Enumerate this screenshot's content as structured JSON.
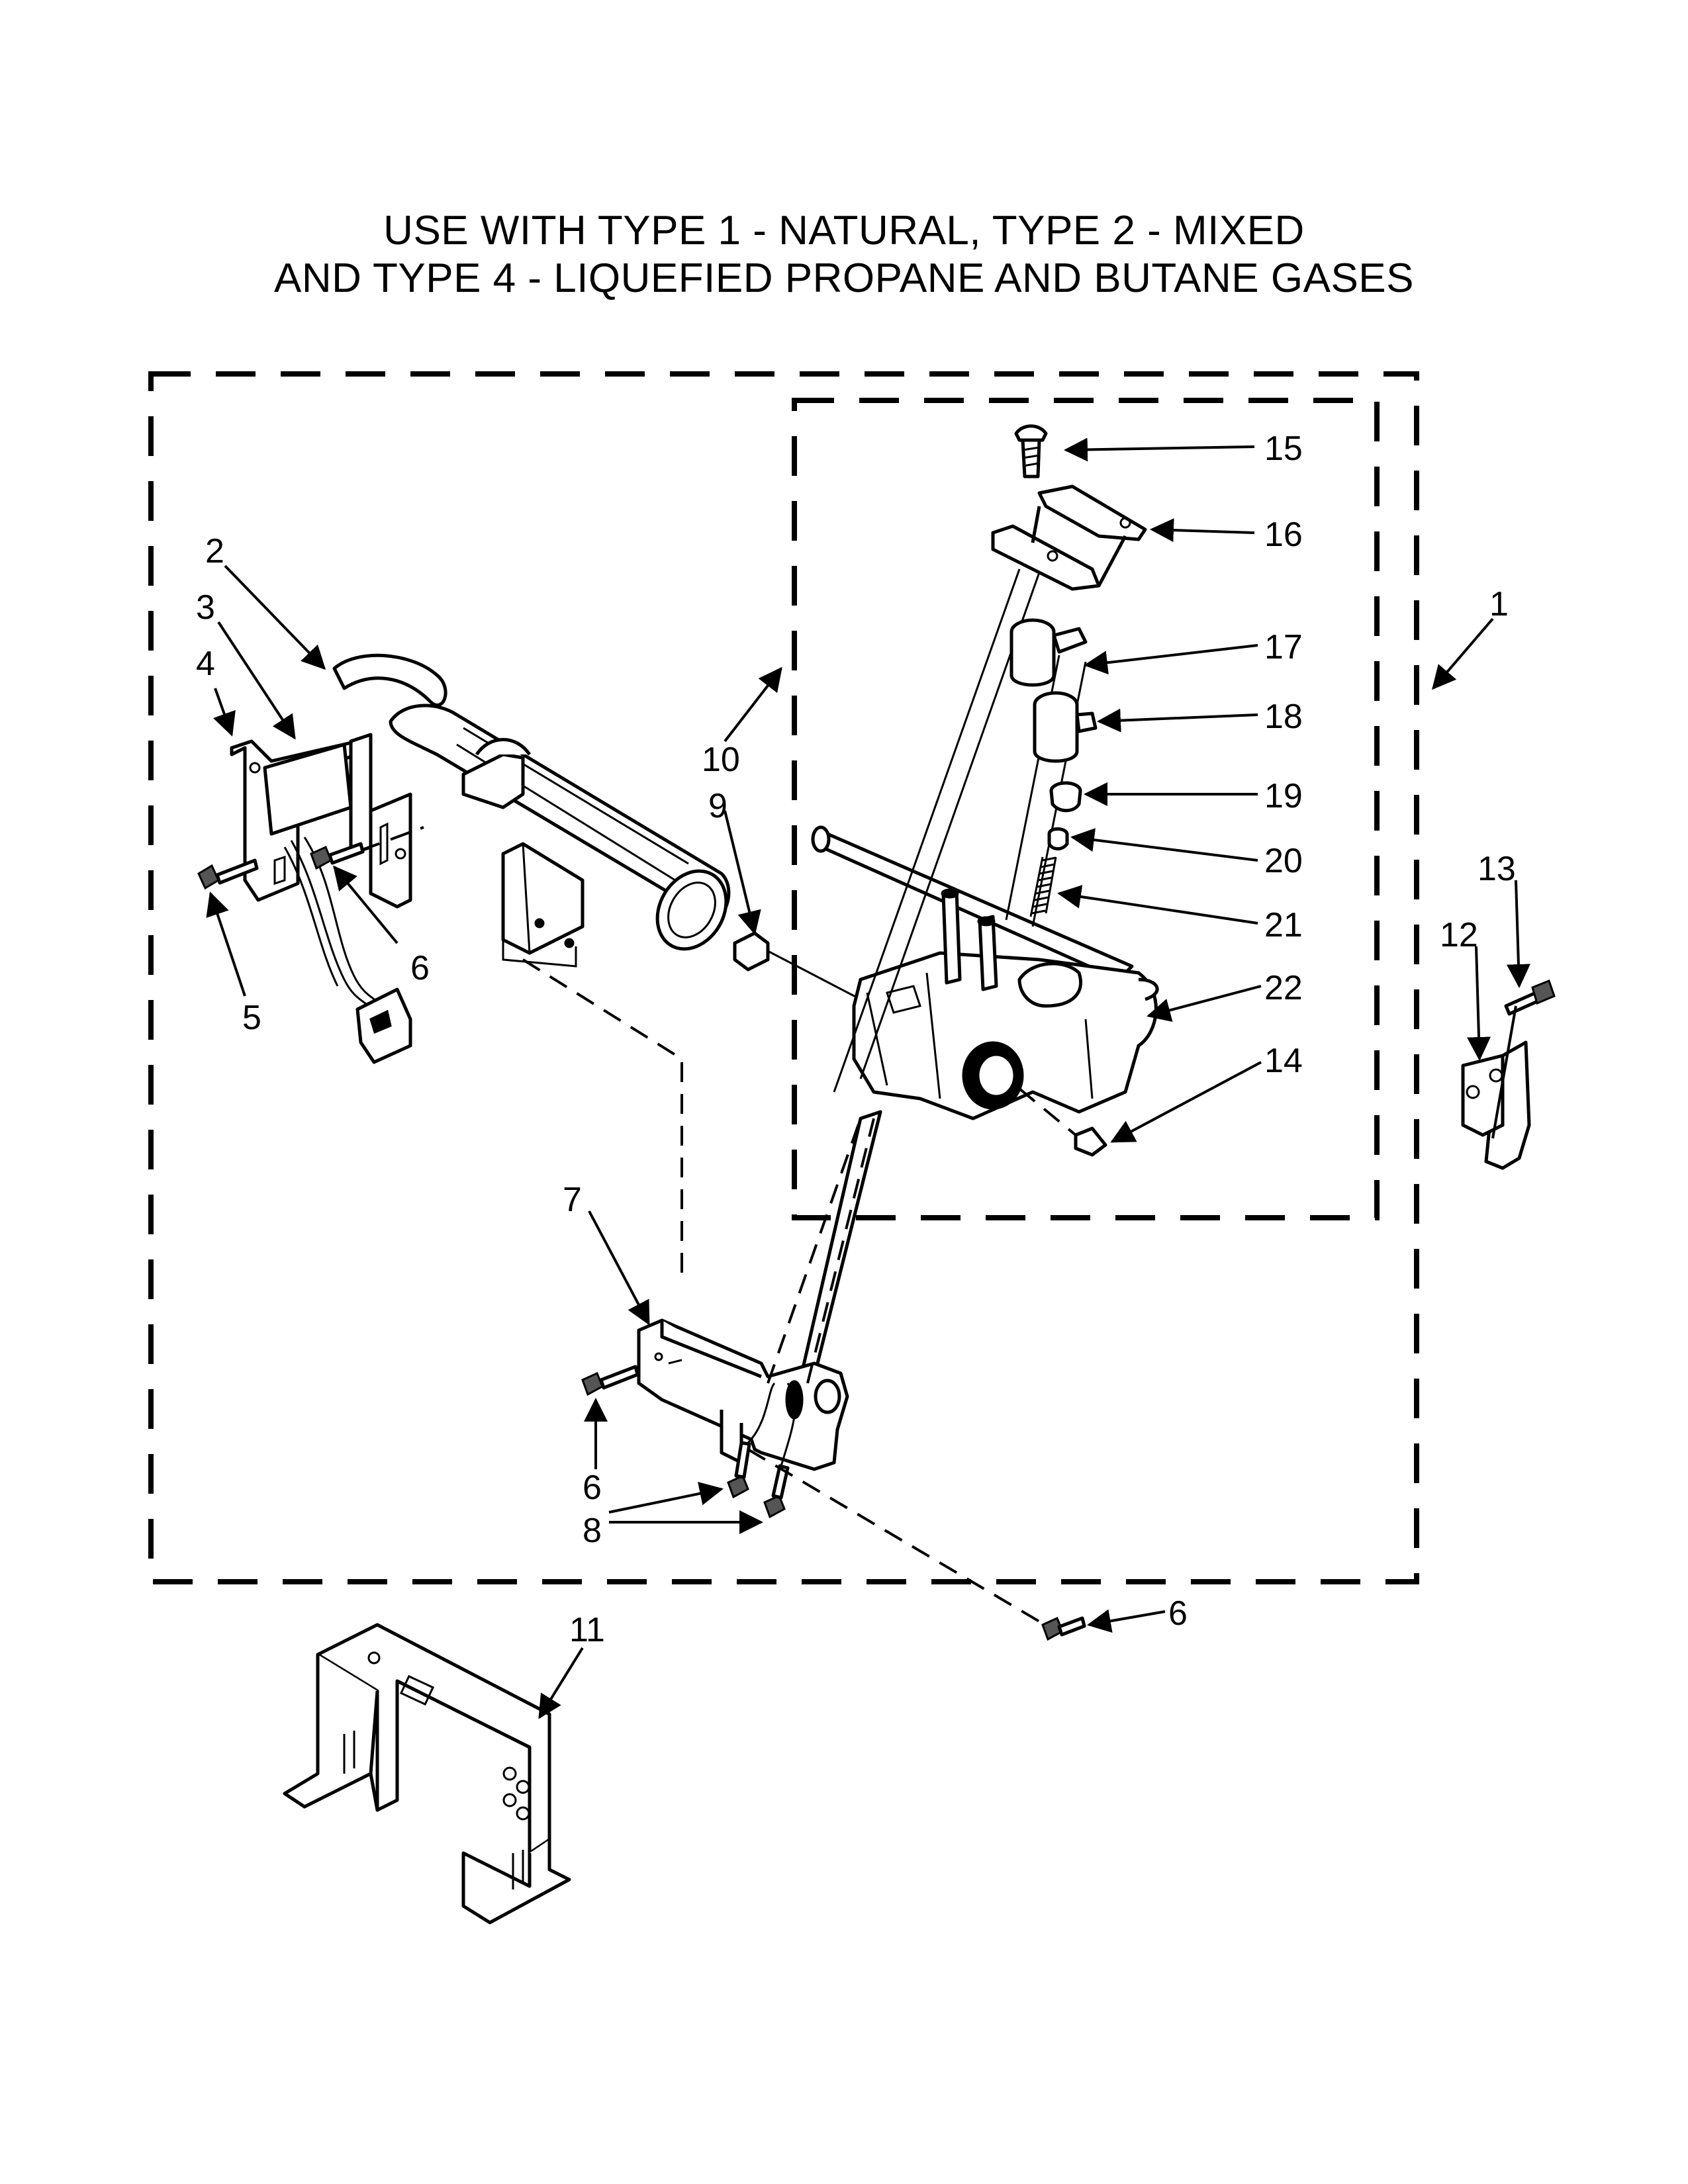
{
  "title": {
    "line1": "USE WITH TYPE 1 - NATURAL, TYPE 2 - MIXED",
    "line2": "AND TYPE 4 - LIQUEFIED PROPANE AND BUTANE GASES"
  },
  "callouts": {
    "c1": "1",
    "c2": "2",
    "c3": "3",
    "c4": "4",
    "c5": "5",
    "c6a": "6",
    "c6b": "6",
    "c6c": "6",
    "c7": "7",
    "c8": "8",
    "c9": "9",
    "c10": "10",
    "c11": "11",
    "c12": "12",
    "c13": "13",
    "c14": "14",
    "c15": "15",
    "c16": "16",
    "c17": "17",
    "c18": "18",
    "c19": "19",
    "c20": "20",
    "c21": "21",
    "c22": "22"
  }
}
